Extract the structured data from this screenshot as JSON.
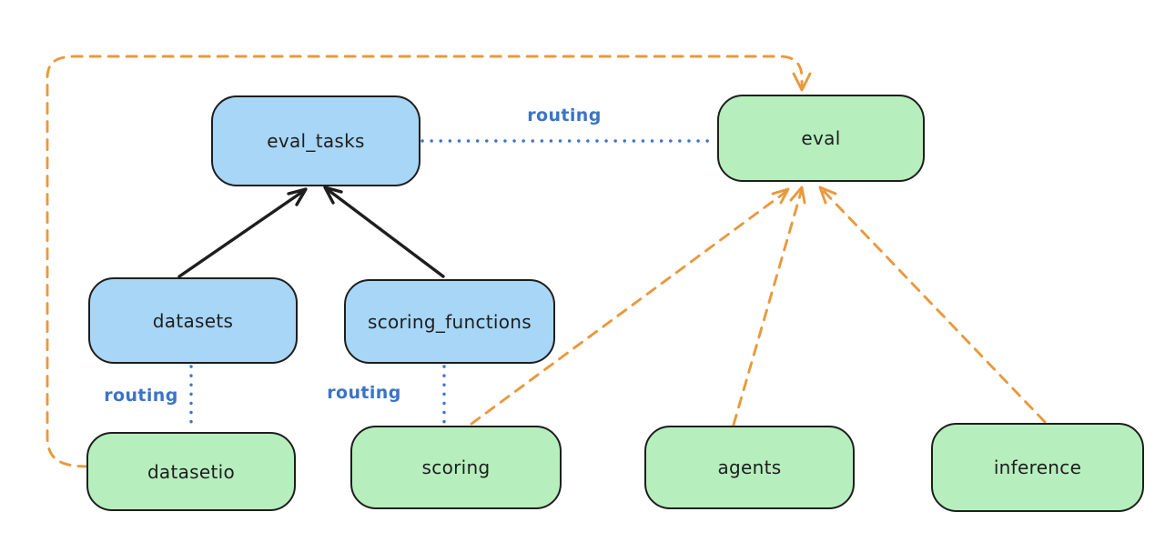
{
  "diagram": {
    "background": "#ffffff",
    "colors": {
      "blue_node_fill": "#a7d6f6",
      "green_node_fill": "#b6efbd",
      "node_stroke": "#1e1e1e",
      "black_arrow": "#1e1e1e",
      "routing_line_blue": "#3d76c8",
      "routing_label_blue": "#3b74c6",
      "orange_dashed": "#e9993d"
    },
    "nodes": [
      {
        "id": "eval_tasks",
        "label": "eval_tasks",
        "color": "blue"
      },
      {
        "id": "eval",
        "label": "eval",
        "color": "green"
      },
      {
        "id": "datasets",
        "label": "datasets",
        "color": "blue"
      },
      {
        "id": "scoring_functions",
        "label": "scoring_functions",
        "color": "blue"
      },
      {
        "id": "datasetio",
        "label": "datasetio",
        "color": "green"
      },
      {
        "id": "scoring",
        "label": "scoring",
        "color": "green"
      },
      {
        "id": "agents",
        "label": "agents",
        "color": "green"
      },
      {
        "id": "inference",
        "label": "inference",
        "color": "green"
      }
    ],
    "edges": [
      {
        "from": "datasets",
        "to": "eval_tasks",
        "style": "solid-black-arrow"
      },
      {
        "from": "scoring_functions",
        "to": "eval_tasks",
        "style": "solid-black-arrow"
      },
      {
        "from": "eval_tasks",
        "to": "eval",
        "style": "dotted-blue",
        "label": "routing"
      },
      {
        "from": "datasets",
        "to": "datasetio",
        "style": "dotted-blue",
        "label": "routing"
      },
      {
        "from": "scoring_functions",
        "to": "scoring",
        "style": "dotted-blue",
        "label": "routing"
      },
      {
        "from": "datasetio",
        "to": "eval",
        "style": "dashed-orange-arrow"
      },
      {
        "from": "scoring",
        "to": "eval",
        "style": "dashed-orange-arrow"
      },
      {
        "from": "agents",
        "to": "eval",
        "style": "dashed-orange-arrow"
      },
      {
        "from": "inference",
        "to": "eval",
        "style": "dashed-orange-arrow"
      }
    ]
  }
}
